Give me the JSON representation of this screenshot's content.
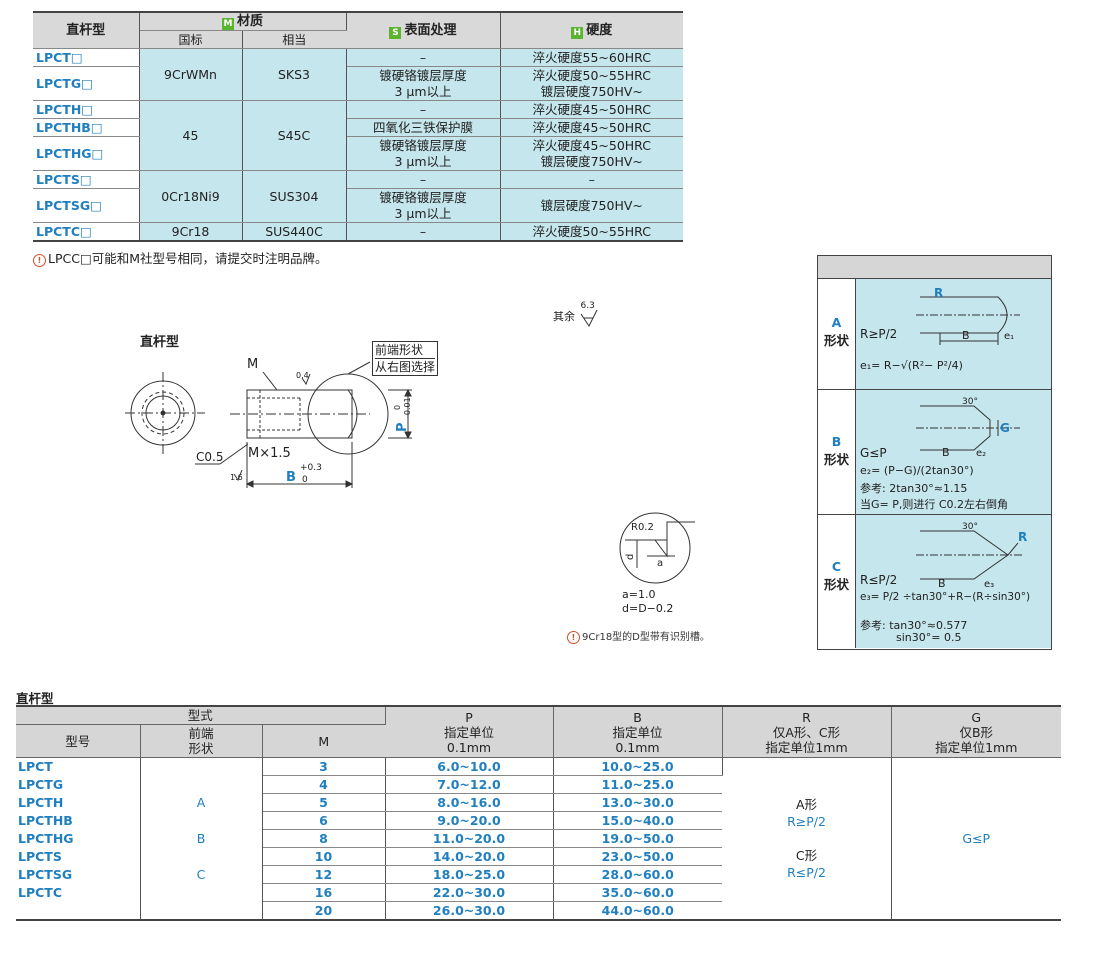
{
  "material_table": {
    "header": {
      "model": "直杆型",
      "material_tag": "M",
      "material": "材质",
      "surface_tag": "S",
      "surface": "表面处理",
      "hardness_tag": "H",
      "hardness": "硬度",
      "standard": "国标",
      "equivalent": "相当"
    },
    "rows": [
      {
        "code": "LPCT□",
        "surface": "–",
        "hardness": "淬火硬度55~60HRC"
      },
      {
        "code": "LPCTG□",
        "surface": "镀硬铬镀层厚度\n3 μm以上",
        "hardness": "淬火硬度50~55HRC\n镀层硬度750HV~"
      },
      {
        "code": "LPCTH□",
        "surface": "–",
        "hardness": "淬火硬度45~50HRC"
      },
      {
        "code": "LPCTHB□",
        "surface": "四氧化三铁保护膜",
        "hardness": "淬火硬度45~50HRC"
      },
      {
        "code": "LPCTHG□",
        "surface": "镀硬铬镀层厚度\n3 μm以上",
        "hardness": "淬火硬度45~50HRC\n镀层硬度750HV~"
      },
      {
        "code": "LPCTS□",
        "surface": "–",
        "hardness": "–"
      },
      {
        "code": "LPCTSG□",
        "surface": "镀硬铬镀层厚度\n3 μm以上",
        "hardness": "镀层硬度750HV~"
      },
      {
        "code": "LPCTC□",
        "surface": "–",
        "hardness": "淬火硬度50~55HRC"
      }
    ],
    "materials": [
      {
        "standard": "9CrWMn",
        "equivalent": "SKS3"
      },
      {
        "standard": "45",
        "equivalent": "S45C"
      },
      {
        "standard": "0Cr18Ni9",
        "equivalent": "SUS304"
      },
      {
        "standard": "9Cr18",
        "equivalent": "SUS440C"
      }
    ],
    "note": "LPCC□可能和M社型号相同，请提交时注明品牌。"
  },
  "drawing": {
    "title": "直杆型",
    "rest_label": "其余",
    "rest_value": "6.3",
    "M": "M",
    "front_shape_1": "前端形状",
    "front_shape_2": "从右图选择",
    "c05": "C0.5",
    "mx15": "M×1.5",
    "B": "B",
    "B_tol_up": "+0.3",
    "B_tol_dn": "0",
    "P": "P",
    "P_tol_up": "0",
    "P_tol_dn": "-0.01",
    "rough1": "0.4",
    "rough2": "1.6",
    "detail_R": "R0.2",
    "detail_d": "d",
    "detail_a": "a",
    "a_eq": "a=1.0",
    "d_eq": "d=D−0.2",
    "detail_note": "9Cr18型的D型带有识别槽。"
  },
  "shape_panel": {
    "A": {
      "letter": "A",
      "label": "形状",
      "formula1": "R≥P/2",
      "formula2": "e₁= R−√(R²− P²/4)",
      "fig_R": "R",
      "fig_B": "B",
      "fig_e": "e₁"
    },
    "B": {
      "letter": "B",
      "label": "形状",
      "formula1": "G≤P",
      "formula2": "e₂= (P−G)/(2tan30°)",
      "ref": "参考: 2tan30°≈1.15",
      "note": "当G= P,则进行 C0.2左右倒角",
      "fig_G": "G",
      "fig_B": "B",
      "fig_e": "e₂",
      "fig_angle": "30°"
    },
    "C": {
      "letter": "C",
      "label": "形状",
      "formula1": "R≤P/2",
      "formula2": "e₃= P/2 ÷tan30°+R−(R÷sin30°)",
      "ref1": "参考: tan30°≈0.577",
      "ref2": "sin30°= 0.5",
      "fig_R": "R",
      "fig_B": "B",
      "fig_e": "e₃",
      "fig_angle": "30°"
    }
  },
  "spec_table": {
    "caption": "直杆型",
    "headers": {
      "type": "型式",
      "model": "型号",
      "front_shape": "前端\n形状",
      "M": "M",
      "P": "P\n指定单位\n0.1mm",
      "B": "B\n指定单位\n0.1mm",
      "R": "R\n仅A形、C形\n指定单位1mm",
      "G": "G\n仅B形\n指定单位1mm"
    },
    "models": [
      "LPCT",
      "LPCTG",
      "LPCTH",
      "LPCTHB",
      "LPCTHG",
      "LPCTS",
      "LPCTSG",
      "LPCTC",
      ""
    ],
    "shapes": [
      "",
      "",
      "A",
      "",
      "B",
      "",
      "C",
      "",
      ""
    ],
    "rows": [
      {
        "M": "3",
        "P": "6.0~10.0",
        "B": "10.0~25.0"
      },
      {
        "M": "4",
        "P": "7.0~12.0",
        "B": "11.0~25.0"
      },
      {
        "M": "5",
        "P": "8.0~16.0",
        "B": "13.0~30.0"
      },
      {
        "M": "6",
        "P": "9.0~20.0",
        "B": "15.0~40.0"
      },
      {
        "M": "8",
        "P": "11.0~20.0",
        "B": "19.0~50.0"
      },
      {
        "M": "10",
        "P": "14.0~20.0",
        "B": "23.0~50.0"
      },
      {
        "M": "12",
        "P": "18.0~25.0",
        "B": "28.0~60.0"
      },
      {
        "M": "16",
        "P": "22.0~30.0",
        "B": "35.0~60.0"
      },
      {
        "M": "20",
        "P": "26.0~30.0",
        "B": "44.0~60.0"
      }
    ],
    "R_A": "A形",
    "R_A_rule": "R≥P/2",
    "R_C": "C形",
    "R_C_rule": "R≤P/2",
    "G_rule": "G≤P"
  }
}
